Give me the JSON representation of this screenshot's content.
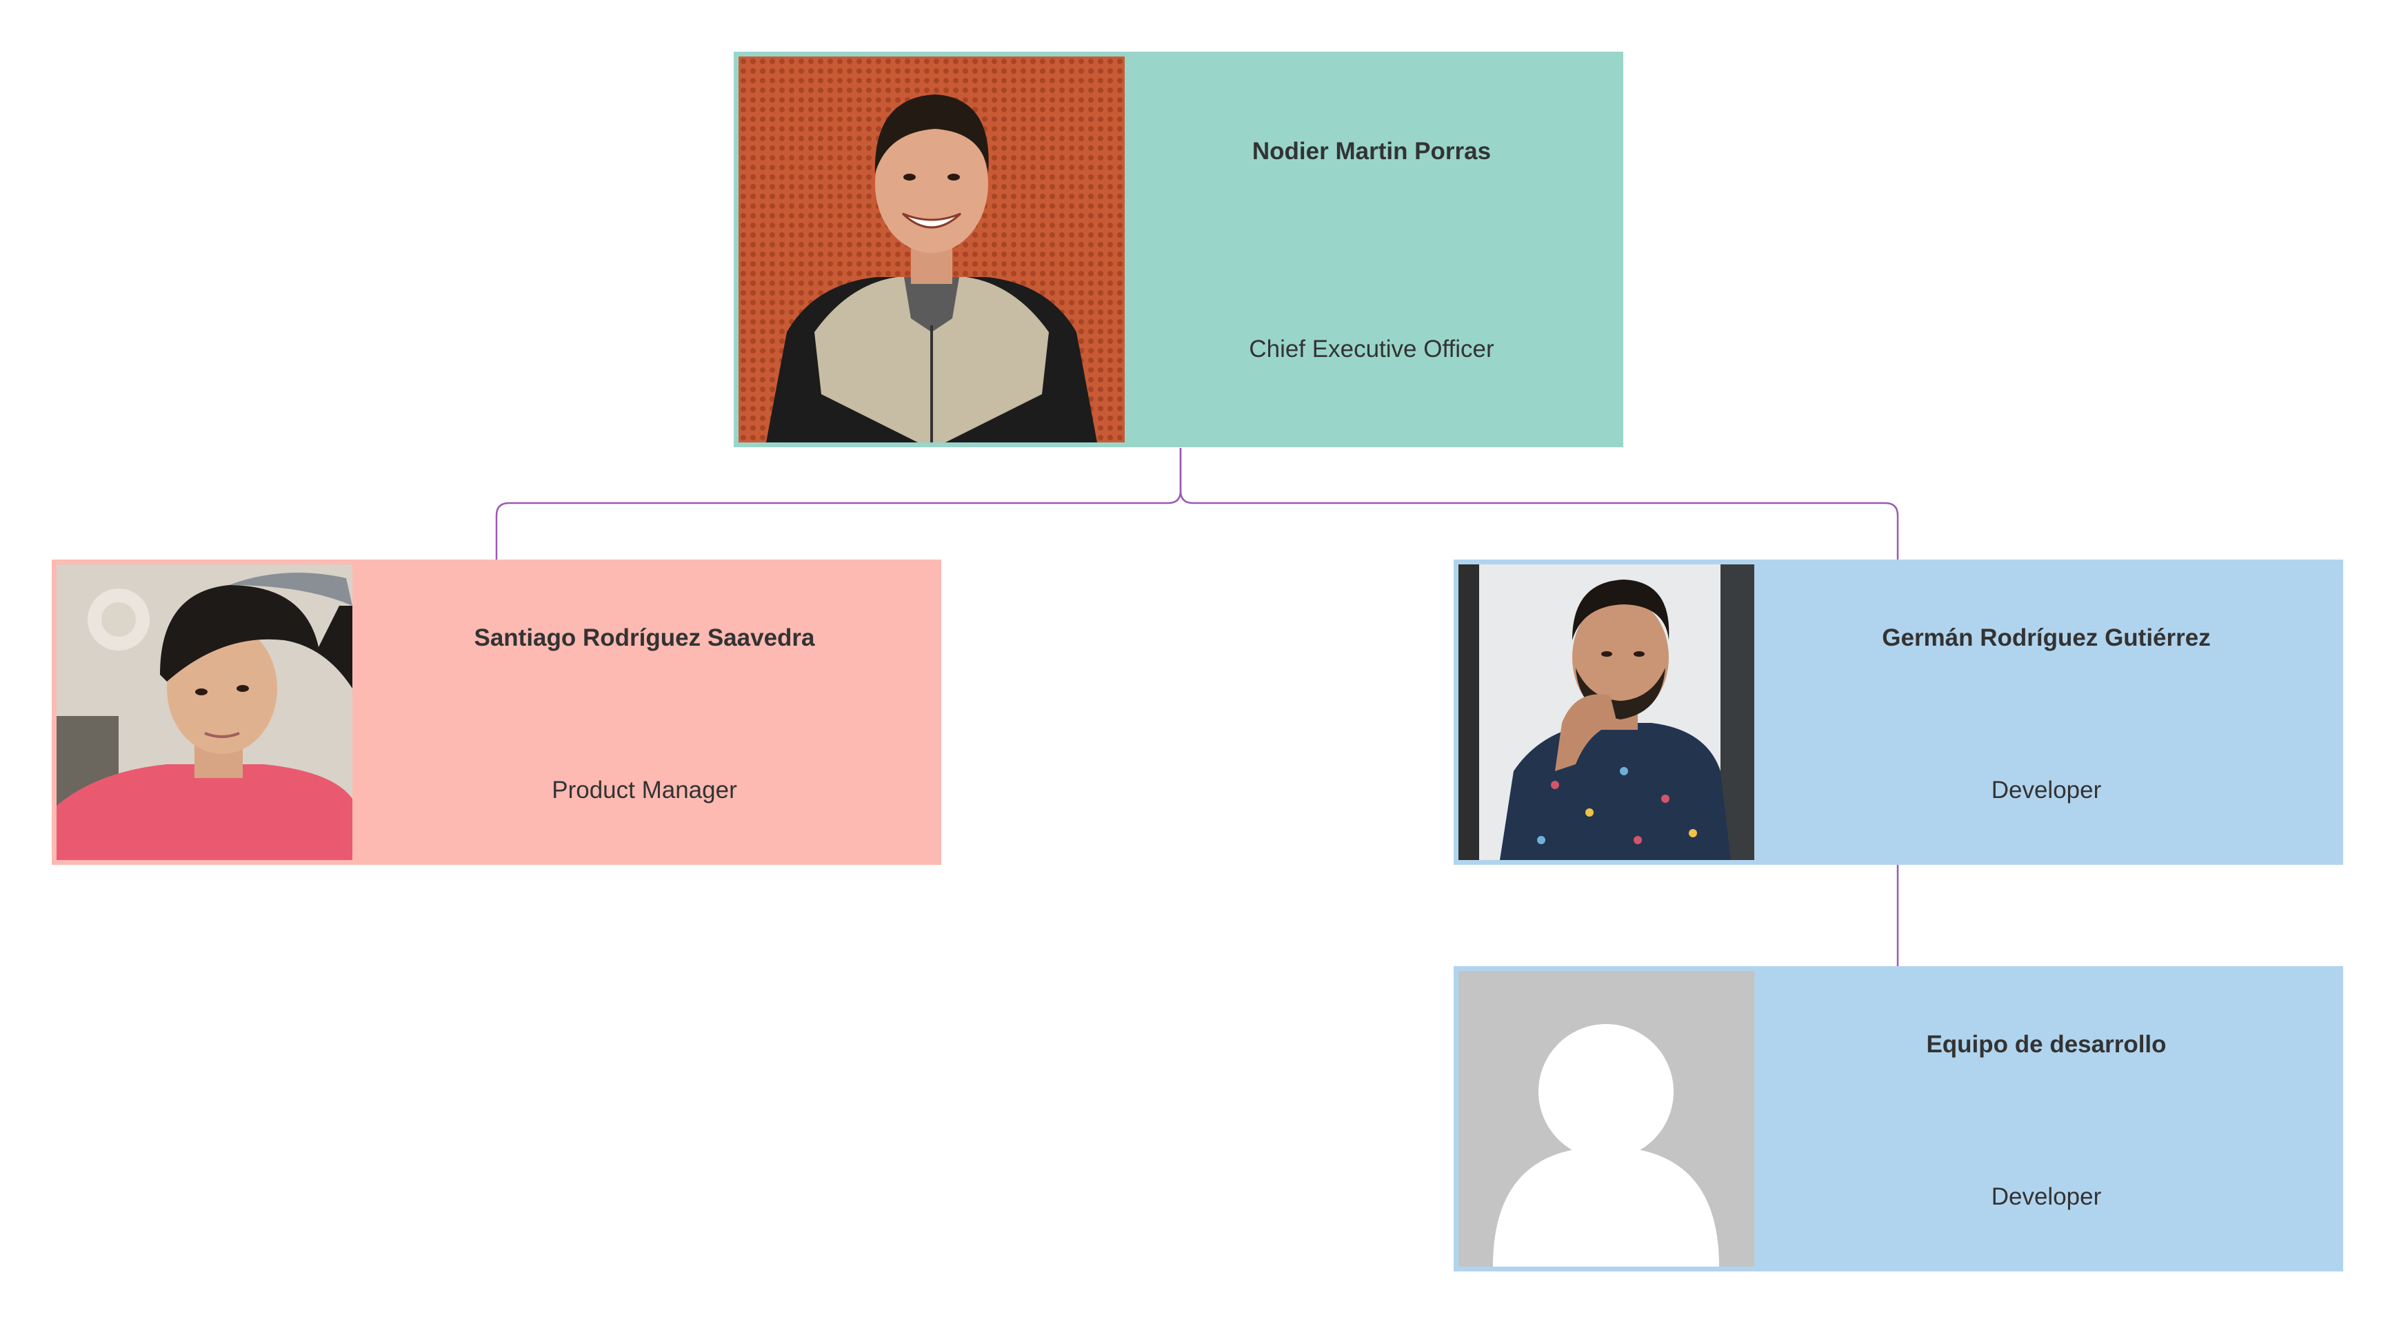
{
  "colors": {
    "teal": "#9ad5ca",
    "pink": "#fdbab2",
    "blue": "#b1d4ee",
    "connector": "#9b59b6",
    "text": "#333333"
  },
  "nodes": {
    "ceo": {
      "name": "Nodier Martin Porras",
      "role": "Chief Executive Officer",
      "photo": "person-photo-orange-background"
    },
    "product_manager": {
      "name": "Santiago Rodríguez Saavedra",
      "role": "Product Manager",
      "photo": "person-photo-pink-shirt"
    },
    "developer": {
      "name": "Germán Rodríguez Gutiérrez",
      "role": "Developer",
      "photo": "person-photo-floral-shirt"
    },
    "dev_team": {
      "name": "Equipo de desarrollo",
      "role": "Developer",
      "photo": "default-avatar-icon"
    }
  },
  "edges": [
    [
      "Nodier Martin Porras",
      "Santiago Rodríguez Saavedra"
    ],
    [
      "Nodier Martin Porras",
      "Germán Rodríguez Gutiérrez"
    ],
    [
      "Germán Rodríguez Gutiérrez",
      "Equipo de desarrollo"
    ]
  ]
}
